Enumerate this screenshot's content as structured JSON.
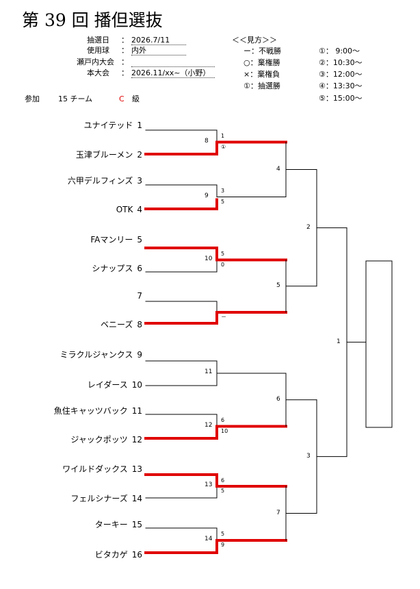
{
  "title": "第 39 回 播但選抜",
  "info": {
    "labels": [
      "抽選日",
      "使用球",
      "瀬戸内大会",
      "本大会"
    ],
    "values": [
      "2026.7/11",
      "内外",
      "",
      "2026.11/xx~（小野）"
    ]
  },
  "legend": {
    "header": "＜＜見方＞＞",
    "marks": [
      {
        "sym": "ー：",
        "text": "不戦勝"
      },
      {
        "sym": "○：",
        "text": "棄権勝"
      },
      {
        "sym": "×：",
        "text": "棄権負"
      },
      {
        "sym": "①：",
        "text": "抽選勝"
      }
    ],
    "times": [
      "①：  9:00～",
      "②：10:30～",
      "③：12:00～",
      "④：13:30～",
      "⑤：15:00～"
    ]
  },
  "entry": {
    "label": "参加",
    "count": "15 チーム",
    "grade": "C",
    "grade_suffix": "級"
  },
  "teams": [
    {
      "name": "ユナイテッド",
      "no": "1"
    },
    {
      "name": "玉津ブルーメン",
      "no": "2"
    },
    {
      "name": "六甲デルフィンズ",
      "no": "3"
    },
    {
      "name": "OTK",
      "no": "4"
    },
    {
      "name": "FAマンリー",
      "no": "5"
    },
    {
      "name": "シナップス",
      "no": "6"
    },
    {
      "name": "",
      "no": "7"
    },
    {
      "name": "ベニーズ",
      "no": "8"
    },
    {
      "name": "ミラクルジャンクス",
      "no": "9"
    },
    {
      "name": "レイダース",
      "no": "10"
    },
    {
      "name": "魚住キャッツバック",
      "no": "11"
    },
    {
      "name": "ジャックポッツ",
      "no": "12"
    },
    {
      "name": "ワイルドダックス",
      "no": "13"
    },
    {
      "name": "フェルシナーズ",
      "no": "14"
    },
    {
      "name": "ターキー",
      "no": "15"
    },
    {
      "name": "ビタカゲ",
      "no": "16"
    }
  ],
  "first_round": [
    {
      "game": "8",
      "top": "1",
      "bottom": "①"
    },
    {
      "game": "9",
      "top": "3",
      "bottom": "5"
    },
    {
      "game": "10",
      "top": "5",
      "bottom": "0"
    },
    {
      "game": "",
      "top": "",
      "bottom": "－"
    },
    {
      "game": "11",
      "top": "",
      "bottom": ""
    },
    {
      "game": "12",
      "top": "6",
      "bottom": "10"
    },
    {
      "game": "13",
      "top": "6",
      "bottom": "5"
    },
    {
      "game": "14",
      "top": "5",
      "bottom": "9"
    }
  ],
  "later_games": {
    "g4": "4",
    "g5": "5",
    "g6": "6",
    "g7": "7",
    "g2": "2",
    "g3": "3",
    "g1": "1"
  },
  "colors": {
    "win": "#e00000",
    "line": "#000000"
  }
}
